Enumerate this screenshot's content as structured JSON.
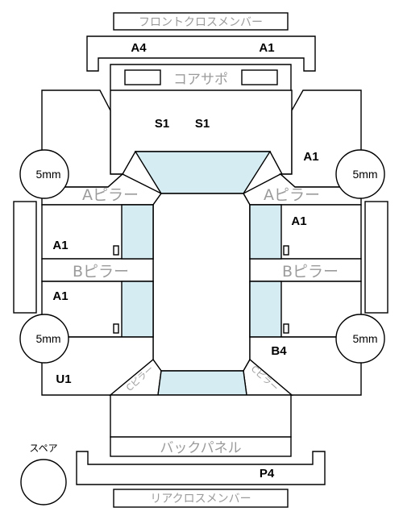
{
  "panels": {
    "front_cross_member": "フロントクロスメンバー",
    "radiator_support": "コアサポ",
    "a_pillar_left": "Aピラー",
    "a_pillar_right": "Aピラー",
    "b_pillar_left": "Bピラー",
    "b_pillar_right": "Bピラー",
    "back_panel": "バックパネル",
    "rear_cross_member": "リアクロスメンバー",
    "c_pillar_left": "Cピラー",
    "c_pillar_right": "Cピラー"
  },
  "ratings": {
    "front_member_left": "A4",
    "front_member_right": "A1",
    "hood_left": "S1",
    "hood_right": "S1",
    "front_fender_right": "A1",
    "front_door_right": "A1",
    "front_door_left": "A1",
    "rear_door_left": "A1",
    "rear_fender_right": "B4",
    "rear_fender_left": "U1",
    "rear_member": "P4"
  },
  "tires": {
    "front_left": "5mm",
    "front_right": "5mm",
    "rear_left": "5mm",
    "rear_right": "5mm"
  },
  "spare": {
    "label": "スペア"
  }
}
